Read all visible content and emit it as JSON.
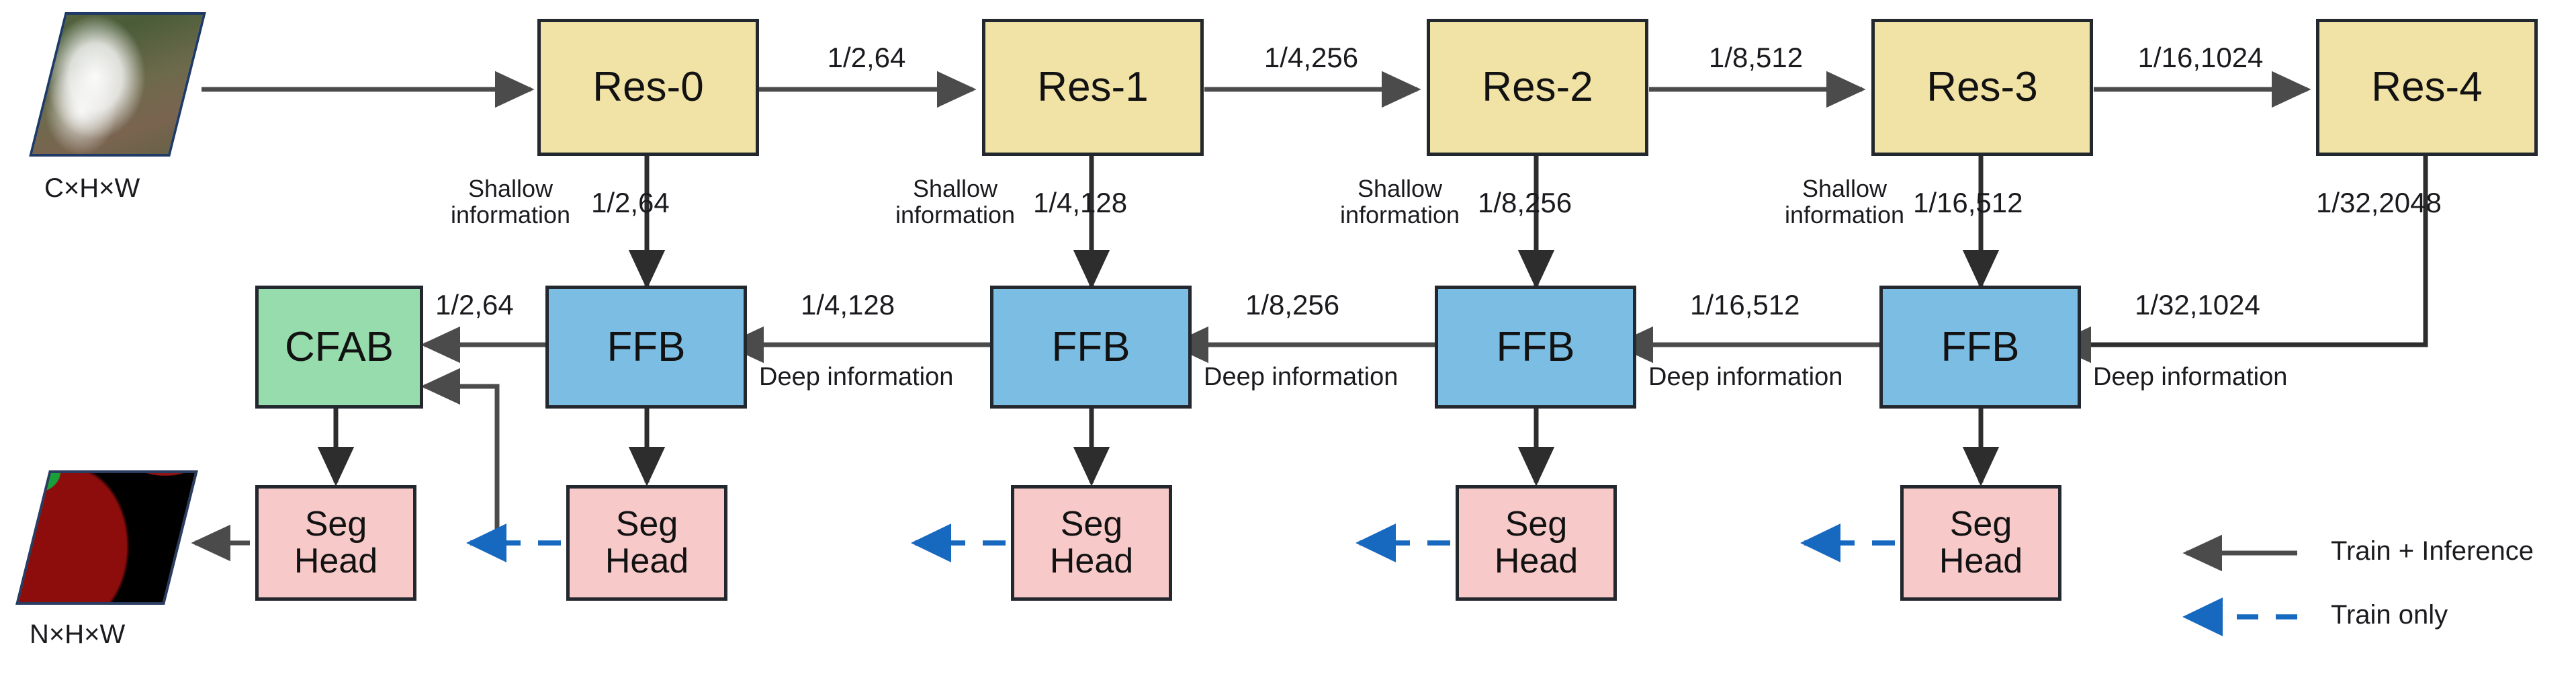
{
  "diagram": {
    "title": "Network architecture with Res backbone, FFB decoder, CFAB and Seg Heads",
    "colors": {
      "res_fill": "#f1e2a6",
      "ffb_fill": "#7cbde3",
      "cfab_fill": "#96dcac",
      "seg_fill": "#f7c9c9",
      "border": "#23272e",
      "arrow_solid": "#4b4b4b",
      "arrow_dashed": "#1769c0"
    }
  },
  "input": {
    "caption": "C×H×W",
    "alt": "satellite-image-with-cloud"
  },
  "output": {
    "caption": "N×H×W",
    "alt": "segmentation-mask-red-green-black"
  },
  "encoder": {
    "blocks": [
      {
        "label": "Res-0"
      },
      {
        "label": "Res-1"
      },
      {
        "label": "Res-2"
      },
      {
        "label": "Res-3"
      },
      {
        "label": "Res-4"
      }
    ],
    "between_labels": [
      "1/2,64",
      "1/4,256",
      "1/8,512",
      "1/16,1024"
    ]
  },
  "skip_connections": [
    {
      "note": "Shallow\ninformation",
      "dims": "1/2,64"
    },
    {
      "note": "Shallow\ninformation",
      "dims": "1/4,128"
    },
    {
      "note": "Shallow\ninformation",
      "dims": "1/8,256"
    },
    {
      "note": "Shallow\ninformation",
      "dims": "1/16,512"
    }
  ],
  "res4_down": {
    "dims": "1/32,2048"
  },
  "decoder": {
    "cfab": {
      "label": "CFAB"
    },
    "blocks": [
      {
        "label": "FFB"
      },
      {
        "label": "FFB"
      },
      {
        "label": "FFB"
      },
      {
        "label": "FFB"
      }
    ],
    "links": [
      {
        "dims": "1/2,64",
        "note": ""
      },
      {
        "dims": "1/4,128",
        "note": "Deep information"
      },
      {
        "dims": "1/8,256",
        "note": "Deep information"
      },
      {
        "dims": "1/16,512",
        "note": "Deep information"
      },
      {
        "dims": "1/32,1024",
        "note": "Deep information"
      }
    ]
  },
  "heads": [
    {
      "label": "Seg\nHead"
    },
    {
      "label": "Seg\nHead"
    },
    {
      "label": "Seg\nHead"
    },
    {
      "label": "Seg\nHead"
    },
    {
      "label": "Seg\nHead"
    }
  ],
  "legend": {
    "items": [
      {
        "label": "Train + Inference",
        "style": "solid",
        "color": "#4b4b4b"
      },
      {
        "label": "Train only",
        "style": "dashed",
        "color": "#1769c0"
      }
    ]
  }
}
